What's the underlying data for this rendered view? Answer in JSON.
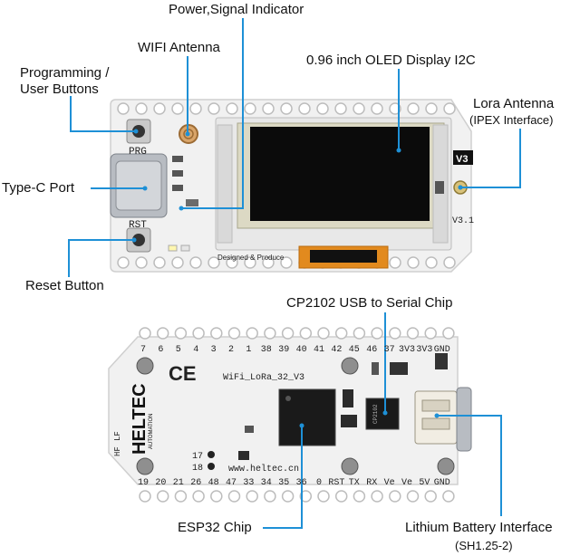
{
  "labels": {
    "power_signal": "Power,Signal Indicator",
    "wifi_antenna": "WIFI Antenna",
    "programming_line1": "Programming /",
    "programming_line2": "User Buttons",
    "oled": "0.96 inch OLED Display I2C",
    "lora_antenna": "Lora Antenna",
    "lora_sub": "(IPEX Interface)",
    "type_c": "Type-C Port",
    "reset": "Reset Button",
    "cp2102": "CP2102 USB to Serial Chip",
    "esp32": "ESP32 Chip",
    "battery": "Lithium Battery Interface",
    "battery_sub": "(SH1.25-2)"
  },
  "silkscreen": {
    "prg": "PRG",
    "rst": "RST",
    "v3": "V3",
    "v31": "V3.1",
    "designed": "Designed & Produce",
    "board_name": "WiFi_LoRa_32_V3",
    "brand": "HELTEC",
    "brand_sub": "AUTOMATION",
    "ce": "CE",
    "website": "www.heltec.cn",
    "lf": "LF",
    "hf": "HF",
    "pin17": "17",
    "pin18": "18",
    "chip_cp": "CP2102",
    "top_pins": [
      "7",
      "6",
      "5",
      "4",
      "3",
      "2",
      "1",
      "38",
      "39",
      "40",
      "41",
      "42",
      "45",
      "46",
      "37",
      "3V3",
      "3V3",
      "GND"
    ],
    "bottom_pins": [
      "19",
      "20",
      "21",
      "26",
      "48",
      "47",
      "33",
      "34",
      "35",
      "36",
      "0",
      "RST",
      "TX",
      "RX",
      "Ve",
      "Ve",
      "5V",
      "GND"
    ]
  },
  "colors": {
    "pcb": "#f2f2f2",
    "leader": "#1e90d6",
    "oled": "#0b0b0b",
    "usb": "#b8bcc2"
  }
}
